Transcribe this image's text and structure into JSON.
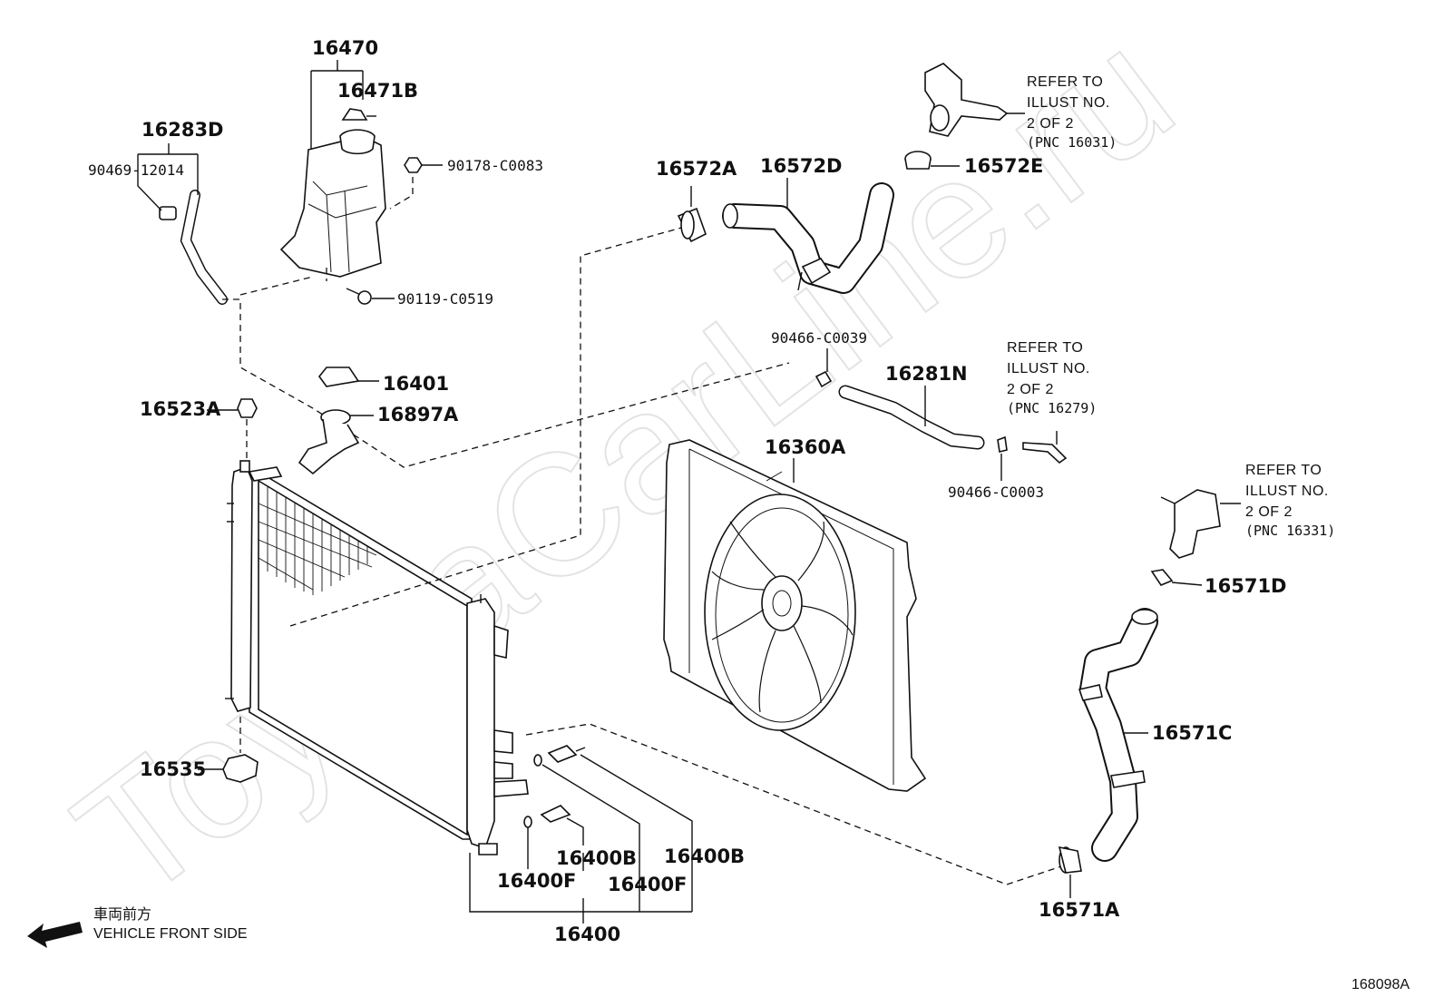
{
  "watermark": "ToyotaCarLine.ru",
  "figure_id": "168098A",
  "direction": {
    "japanese": "車両前方",
    "english": "VEHICLE FRONT SIDE"
  },
  "parts": {
    "p16470": "16470",
    "p16471B": "16471B",
    "p16283D": "16283D",
    "p90469_12014": "90469-12014",
    "p90178_C0083": "90178-C0083",
    "p90119_C0519": "90119-C0519",
    "p16401": "16401",
    "p16897A": "16897A",
    "p16523A": "16523A",
    "p16572A": "16572A",
    "p16572D": "16572D",
    "p16572E": "16572E",
    "p90466_C0039": "90466-C0039",
    "p16281N": "16281N",
    "p90466_C0003": "90466-C0003",
    "p16360A": "16360A",
    "p16571D": "16571D",
    "p16571C": "16571C",
    "p16571A": "16571A",
    "p16535": "16535",
    "p16400B_1": "16400B",
    "p16400B_2": "16400B",
    "p16400F_1": "16400F",
    "p16400F_2": "16400F",
    "p16400": "16400"
  },
  "refs": [
    {
      "line1": "REFER TO",
      "line2": "ILLUST NO.",
      "line3": "2 OF 2",
      "line4": "(PNC 16031)"
    },
    {
      "line1": "REFER TO",
      "line2": "ILLUST NO.",
      "line3": "2 OF 2",
      "line4": "(PNC 16279)"
    },
    {
      "line1": "REFER TO",
      "line2": "ILLUST NO.",
      "line3": "2 OF 2",
      "line4": "(PNC 16331)"
    }
  ]
}
